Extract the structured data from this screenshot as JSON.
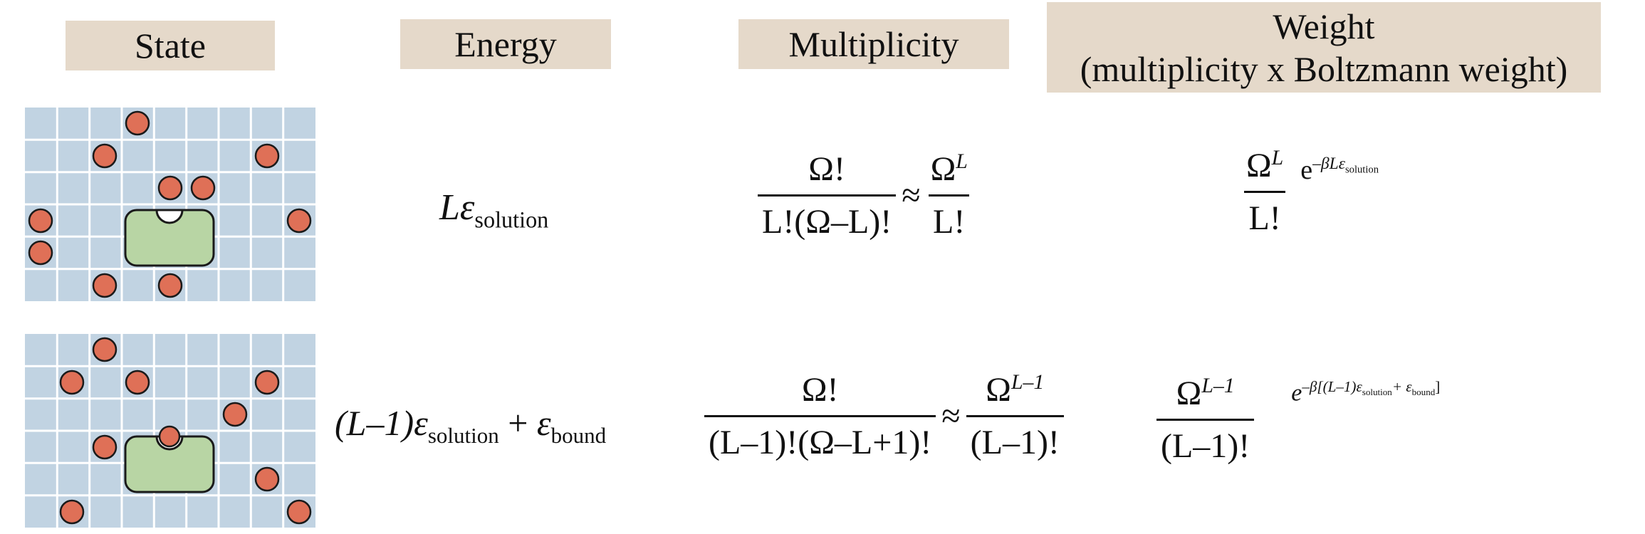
{
  "headers": {
    "state": "State",
    "energy": "Energy",
    "multiplicity": "Multiplicity",
    "weight_line1": "Weight",
    "weight_line2": "(multiplicity x Boltzmann weight)"
  },
  "row1": {
    "energy": {
      "base": "Lε",
      "sub": "solution"
    },
    "multiplicity": {
      "num": "Ω!",
      "den": "L!(Ω–L)!",
      "approx": "≈",
      "num2_base": "Ω",
      "num2_sup": "L",
      "den2": "L!"
    },
    "weight": {
      "num_base": "Ω",
      "num_sup": "L",
      "den": "L!",
      "exp_base": "e",
      "exp_sup": "–βLε",
      "exp_sub": "solution"
    }
  },
  "row2": {
    "energy": {
      "part1": "(L–1)ε",
      "sub1": "solution",
      "plus": "+",
      "part2": "ε",
      "sub2": "bound"
    },
    "multiplicity": {
      "num": "Ω!",
      "den": "(L–1)!(Ω–L+1)!",
      "approx": "≈",
      "num2_base": "Ω",
      "num2_sup": "L–1",
      "den2": "(L–1)!"
    },
    "weight": {
      "num_base": "Ω",
      "num_sup": "L–1",
      "den": "(L–1)!",
      "exp_base": "e",
      "exp_sup": "–β[(L–1)ε",
      "exp_sub1": "solution",
      "exp_plus": "+ ε",
      "exp_sub2": "bound",
      "exp_close": "]"
    }
  },
  "colors": {
    "header_bg": "#e5d9ca",
    "lattice_cell": "#c1d3e2",
    "lattice_line": "#ffffff",
    "ligand": "#df7057",
    "receptor": "#b8d5a4"
  }
}
